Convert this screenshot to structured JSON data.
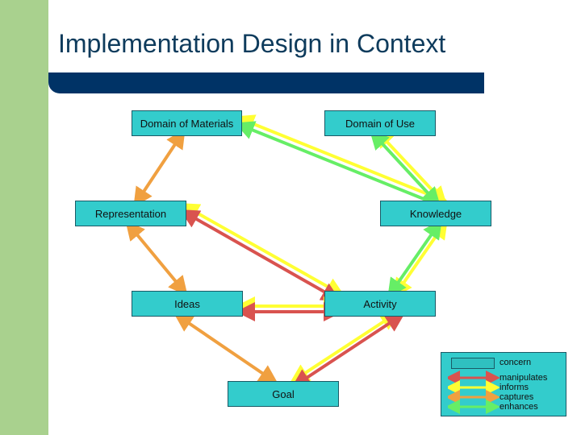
{
  "slide": {
    "title": "Implementation Design in Context"
  },
  "nodes": {
    "materials": "Domain of Materials",
    "use": "Domain of Use",
    "representation": "Representation",
    "knowledge": "Knowledge",
    "ideas": "Ideas",
    "activity": "Activity",
    "goal": "Goal"
  },
  "legend": {
    "concern": "concern",
    "manipulates": "manipulates",
    "informs": "informs",
    "captures": "captures",
    "enhances": "enhances"
  },
  "colors": {
    "band": "#a9d18e",
    "title_bar": "#003366",
    "node": "#33cccc",
    "manipulates": "#d9534f",
    "informs": "#ffff33",
    "captures": "#f0a040",
    "enhances": "#66ee66"
  }
}
